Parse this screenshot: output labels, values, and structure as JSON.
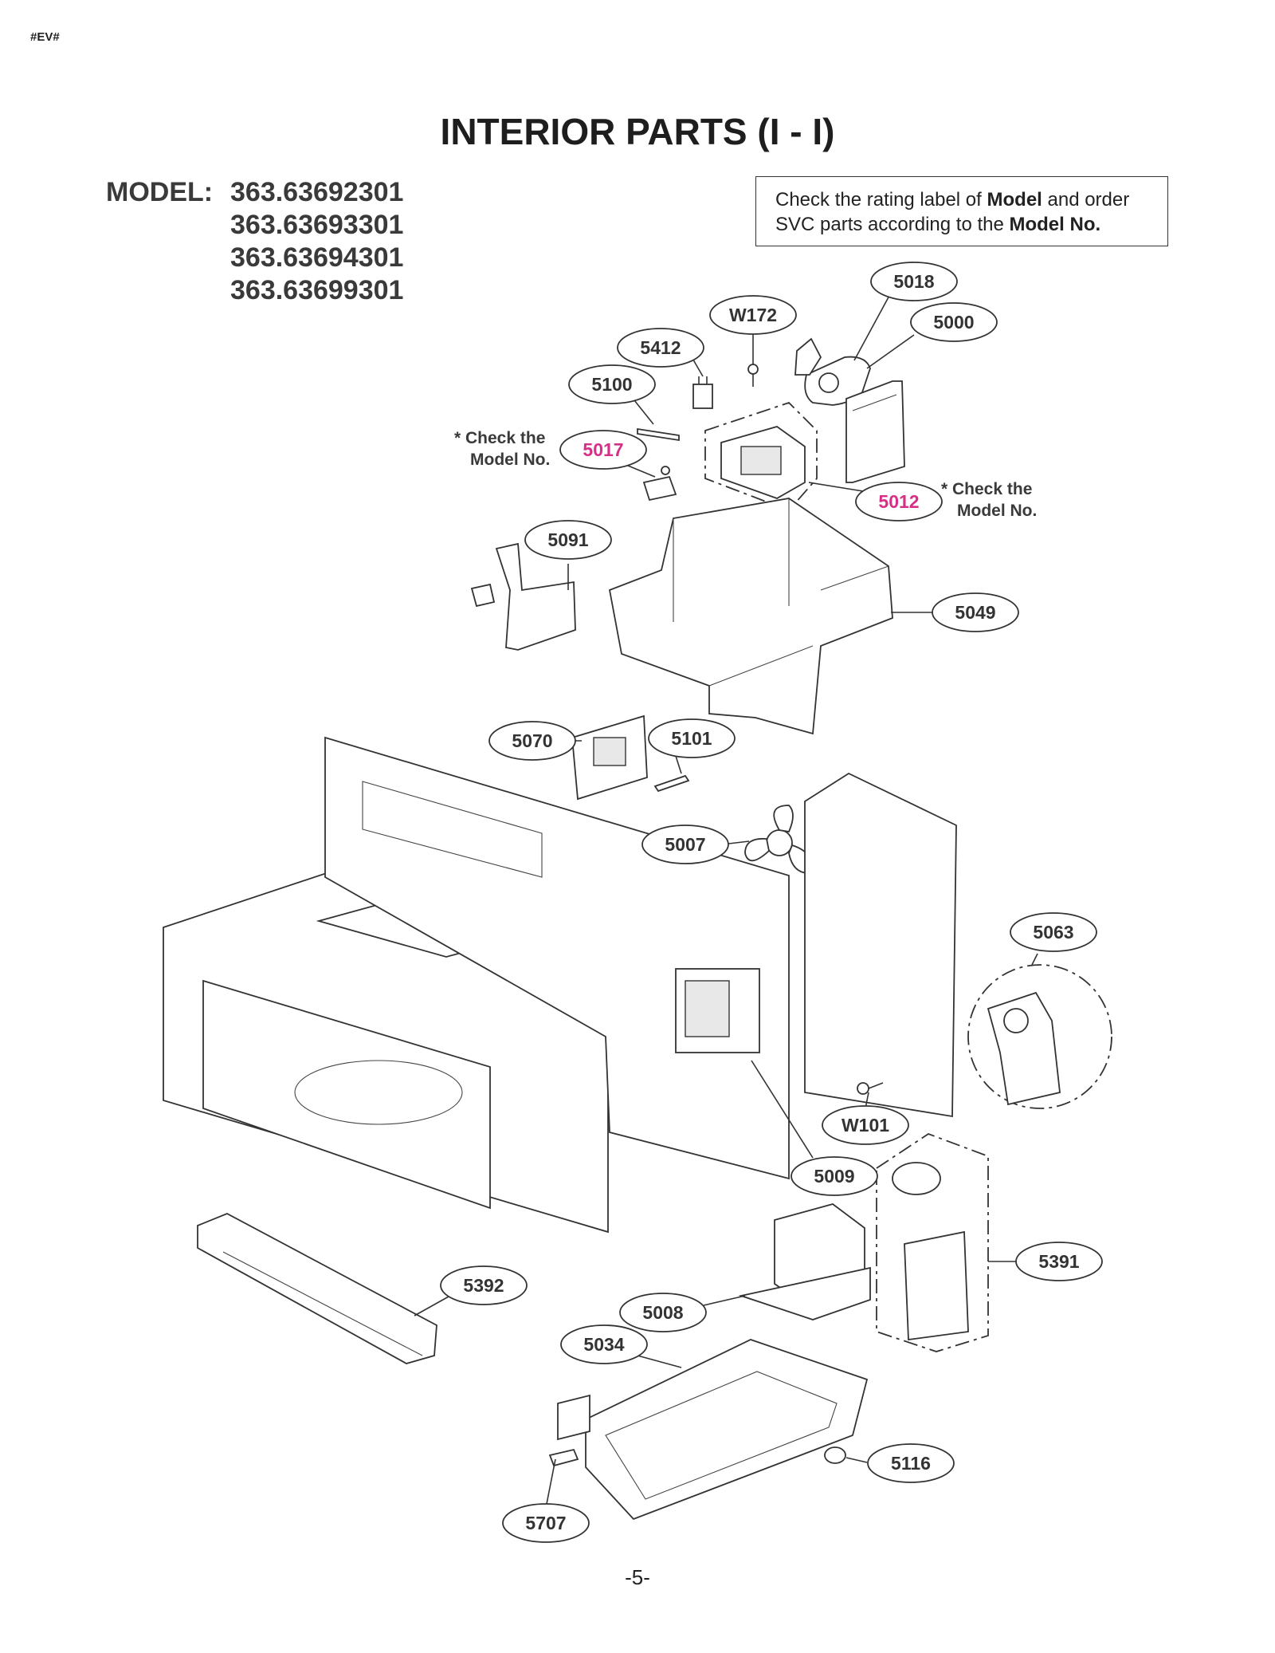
{
  "header": {
    "code": "#EV#",
    "title": "INTERIOR PARTS (I - I)"
  },
  "model": {
    "label": "MODEL:",
    "numbers": [
      "363.63692301",
      "363.63693301",
      "363.63694301",
      "363.63699301"
    ]
  },
  "notice": {
    "t1": "Check the rating label of ",
    "b1": "Model",
    "t2": " and order SVC parts according to the ",
    "b2": "Model No."
  },
  "side_notes": {
    "left_line1": "* Check the",
    "left_line2": "Model No.",
    "right_line1": "* Check the",
    "right_line2": "Model No."
  },
  "callouts": [
    {
      "id": "5018",
      "highlight": false
    },
    {
      "id": "5000",
      "highlight": false
    },
    {
      "id": "W172",
      "highlight": false
    },
    {
      "id": "5412",
      "highlight": false
    },
    {
      "id": "5100",
      "highlight": false
    },
    {
      "id": "5017",
      "highlight": true
    },
    {
      "id": "5012",
      "highlight": true
    },
    {
      "id": "5091",
      "highlight": false
    },
    {
      "id": "5049",
      "highlight": false
    },
    {
      "id": "5070",
      "highlight": false
    },
    {
      "id": "5101",
      "highlight": false
    },
    {
      "id": "5007",
      "highlight": false
    },
    {
      "id": "5063",
      "highlight": false
    },
    {
      "id": "W101",
      "highlight": false
    },
    {
      "id": "5009",
      "highlight": false
    },
    {
      "id": "5391",
      "highlight": false
    },
    {
      "id": "5392",
      "highlight": false
    },
    {
      "id": "5008",
      "highlight": false
    },
    {
      "id": "5034",
      "highlight": false
    },
    {
      "id": "5116",
      "highlight": false
    },
    {
      "id": "5707",
      "highlight": false
    }
  ],
  "highlight_color": "#d62f86",
  "footer": {
    "page": "-5-"
  }
}
